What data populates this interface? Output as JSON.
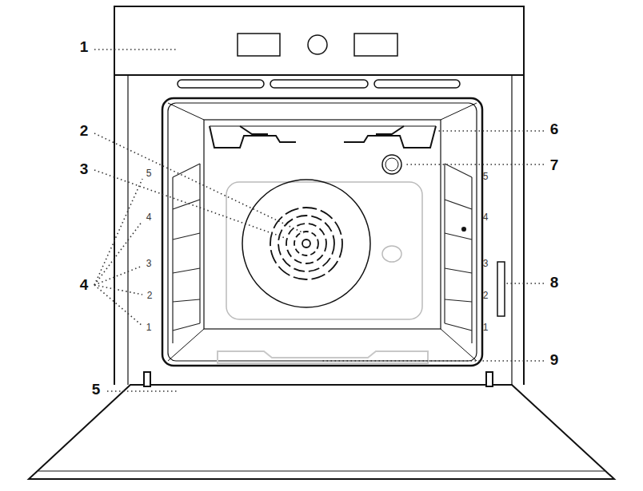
{
  "diagram": {
    "labels": [
      "1",
      "2",
      "6",
      "3",
      "7",
      "5",
      "5",
      "4",
      "4",
      "3",
      "3",
      "4",
      "8",
      "2",
      "2",
      "1",
      "1",
      "9",
      "5"
    ]
  }
}
